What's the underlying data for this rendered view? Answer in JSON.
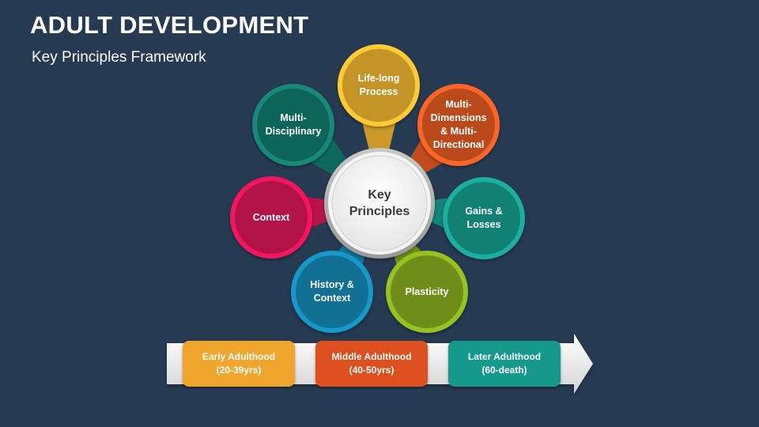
{
  "slide": {
    "title": "ADULT DEVELOPMENT",
    "subtitle": "Key Principles Framework"
  },
  "center": {
    "label": "Key\nPrinciples"
  },
  "principles": [
    {
      "label": "Life-long\nProcess",
      "color": "#f0b530"
    },
    {
      "label": "Multi-\nDimensions\n& Multi-\nDirectional",
      "color": "#e35a22"
    },
    {
      "label": "Gains &\nLosses",
      "color": "#179c8e"
    },
    {
      "label": "Plasticity",
      "color": "#86ad1e"
    },
    {
      "label": "History &\nContext",
      "color": "#1588b5"
    },
    {
      "label": "Context",
      "color": "#d81656"
    },
    {
      "label": "Multi-\nDisciplinary",
      "color": "#107a6b"
    }
  ],
  "timeline": {
    "stages": [
      {
        "label": "Early Adulthood\n(20-39yrs)",
        "color": "#f0a52c"
      },
      {
        "label": "Middle Adulthood\n(40-50yrs)",
        "color": "#de4f1f"
      },
      {
        "label": "Later Adulthood\n(60-death)",
        "color": "#14998a"
      }
    ]
  }
}
